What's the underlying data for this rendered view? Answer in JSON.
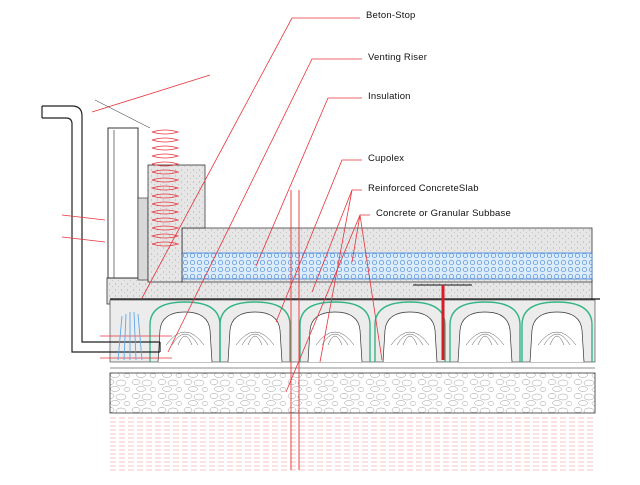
{
  "callouts": [
    {
      "id": "beton-stop",
      "text": "Beton-Stop"
    },
    {
      "id": "venting-riser",
      "text": "Venting Riser"
    },
    {
      "id": "insulation",
      "text": "Insulation"
    },
    {
      "id": "cupolex",
      "text": "Cupolex"
    },
    {
      "id": "reinforced-slab",
      "text": "Reinforced ConcreteSlab"
    },
    {
      "id": "subbase",
      "text": "Concrete or Granular Subbase"
    }
  ],
  "colors": {
    "leader": "#e8333a",
    "linework": "#222222",
    "slab": "#e4e4e4",
    "insulation": "#7fb3e8",
    "cupolex": "#35b585",
    "rebar": "#d51f26",
    "soil": "#f08c8c"
  }
}
